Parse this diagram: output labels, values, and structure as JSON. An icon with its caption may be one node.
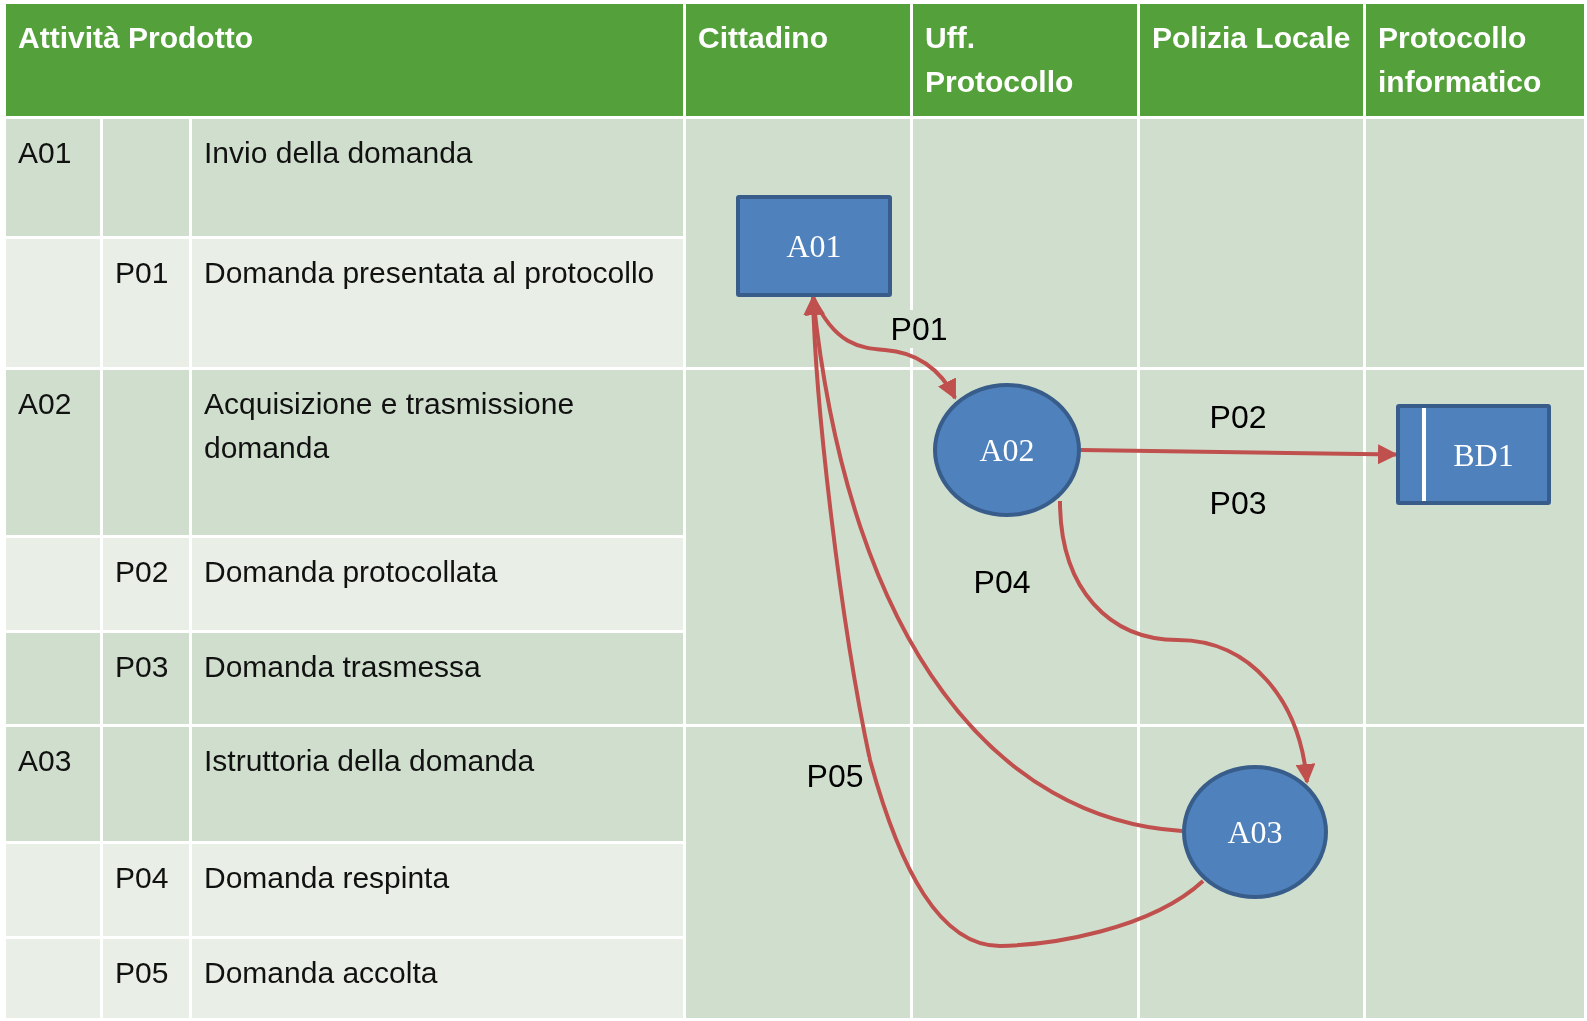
{
  "diagram": {
    "nodes": [
      {
        "text": [
          "A01"
        ]
      },
      {
        "text": [
          "A02"
        ]
      },
      {
        "text": [
          "BD1"
        ]
      },
      {
        "text": [
          "A03"
        ]
      }
    ],
    "edges": [
      {
        "from": 0,
        "to": 1,
        "arrow": "to",
        "label": "P01"
      },
      {
        "from": 1,
        "to": 2,
        "arrow": "to",
        "label": "P02"
      },
      {
        "from": 1,
        "to": 3,
        "arrow": "to"
      },
      {
        "from": 3,
        "to": 0,
        "arrow": "to",
        "label": "P04"
      },
      {
        "from": 3,
        "to": 0,
        "arrow": "to",
        "label": "P05"
      }
    ],
    "labels": [
      "Attività Prodotto",
      "Cittadino",
      "Uff. Protocollo",
      "Polizia Locale",
      "Protocollo informatico",
      "A01",
      "Invio della domanda",
      "P01",
      "Domanda presentata al protocollo",
      "A02",
      "Acquisizione e trasmissione domanda",
      "P02",
      "Domanda protocollata",
      "P03",
      "Domanda trasmessa",
      "A03",
      "Istruttoria della domanda",
      "P04",
      "Domanda respinta",
      "P05",
      "Domanda accolta",
      "P03"
    ]
  }
}
